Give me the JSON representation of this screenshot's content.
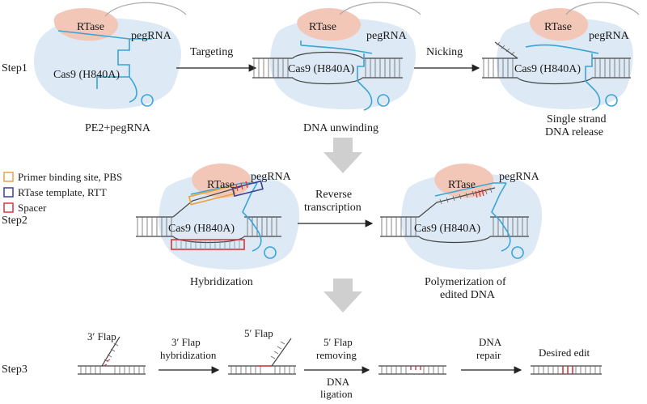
{
  "colors": {
    "protein_blob": "#dde9f4",
    "rtase_blob": "#f3c7b8",
    "rna_line": "#3aa5d6",
    "dna_line": "#444444",
    "arrow": "#222222",
    "big_arrow": "#cfcfcf",
    "pbs": "#e8a33a",
    "rtt": "#3b3f93",
    "spacer": "#d8353b",
    "edit_mark": "#d8353b"
  },
  "steps": {
    "step1": "Step1",
    "step2": "Step2",
    "step3": "Step3"
  },
  "labels": {
    "rtase": "RTase",
    "pegrna": "pegRNA",
    "cas9": "Cas9 (H840A)"
  },
  "step1": {
    "panel1_caption": "PE2+pegRNA",
    "arrow1": "Targeting",
    "panel2_caption": "DNA unwinding",
    "arrow2": "Nicking",
    "panel3_caption_line1": "Single strand",
    "panel3_caption_line2": "DNA release"
  },
  "legend": [
    {
      "label": "Primer binding site, PBS",
      "color": "#e8a33a"
    },
    {
      "label": "RTase template, RTT",
      "color": "#3b3f93"
    },
    {
      "label": "Spacer",
      "color": "#d8353b"
    }
  ],
  "step2": {
    "panel_left_caption": "Hybridization",
    "arrow_line1": "Reverse",
    "arrow_line2": "transcription",
    "panel_right_caption_line1": "Polymerization of",
    "panel_right_caption_line2": "edited DNA"
  },
  "step3": {
    "flap3": "3′ Flap",
    "arrow1_line1": "3′ Flap",
    "arrow1_line2": "hybridization",
    "flap5": "5′ Flap",
    "arrow2_line1": "5′ Flap",
    "arrow2_line2": "removing",
    "arrow2_below1": "DNA",
    "arrow2_below2": "ligation",
    "arrow3_line1": "DNA",
    "arrow3_line2": "repair",
    "result": "Desired edit"
  }
}
